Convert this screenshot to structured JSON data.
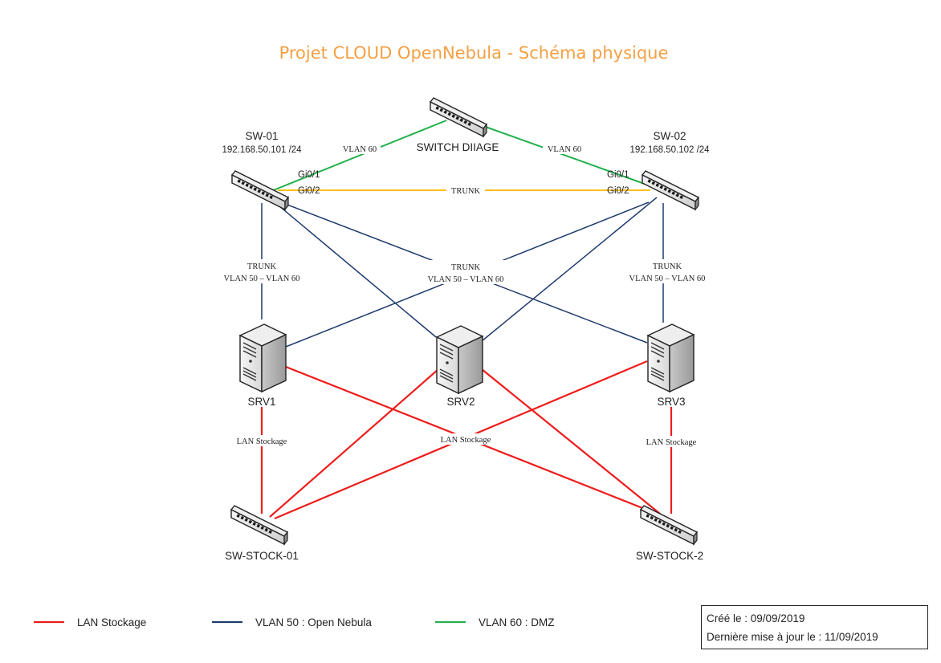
{
  "title": "Projet CLOUD OpenNebula - Schéma physique",
  "colors": {
    "title": "#f4a043",
    "lan_stockage": "#ee1c1c",
    "vlan50": "#1f3a6e",
    "vlan60": "#22b14c",
    "trunk_link": "#ffc01a"
  },
  "nodes": {
    "switch_diiage": {
      "label": "SWITCH DIIAGE",
      "icon": "network-switch-icon"
    },
    "sw01": {
      "label": "SW-01",
      "ip": "192.168.50.101 /24",
      "port1": "Gi0/1",
      "port2": "Gi0/2",
      "icon": "network-switch-icon"
    },
    "sw02": {
      "label": "SW-02",
      "ip": "192.168.50.102 /24",
      "port1": "Gi0/1",
      "port2": "Gi0/2",
      "icon": "network-switch-icon"
    },
    "srv1": {
      "label": "SRV1",
      "icon": "server-tower-icon"
    },
    "srv2": {
      "label": "SRV2",
      "icon": "server-tower-icon"
    },
    "srv3": {
      "label": "SRV3",
      "icon": "server-tower-icon"
    },
    "sw_stock_01": {
      "label": "SW-STOCK-01",
      "icon": "network-switch-icon"
    },
    "sw_stock_2": {
      "label": "SW-STOCK-2",
      "icon": "network-switch-icon"
    }
  },
  "edge_labels": {
    "vlan60_left": "VLAN 60",
    "vlan60_right": "VLAN 60",
    "trunk_sw": "TRUNK",
    "trunk_left_1": "TRUNK",
    "trunk_left_2": "VLAN 50 – VLAN 60",
    "trunk_center_1": "TRUNK",
    "trunk_center_2": "VLAN 50 – VLAN 60",
    "trunk_right_1": "TRUNK",
    "trunk_right_2": "VLAN 50 – VLAN 60",
    "lan_left": "LAN Stockage",
    "lan_center": "LAN Stockage",
    "lan_right": "LAN Stockage"
  },
  "legend": [
    {
      "label": "LAN Stockage",
      "color": "#ee1c1c"
    },
    {
      "label": "VLAN 50 : Open Nebula",
      "color": "#1f3a6e"
    },
    {
      "label": "VLAN 60 : DMZ",
      "color": "#22b14c"
    }
  ],
  "info_box": {
    "created": "Créé le : 09/09/2019",
    "updated": "Dernière mise à jour le : 11/09/2019"
  }
}
